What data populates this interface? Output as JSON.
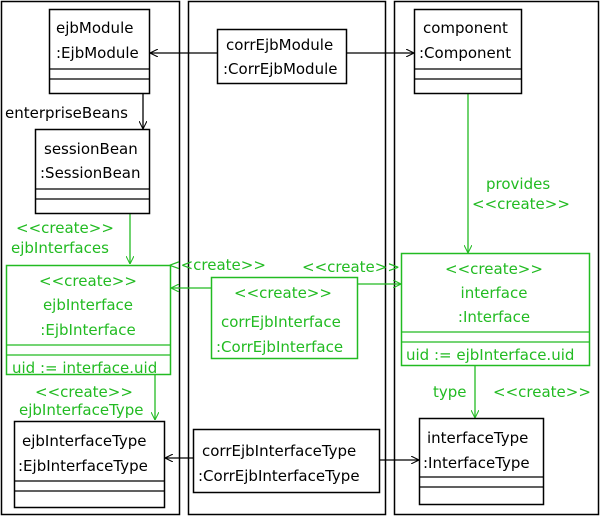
{
  "colors": {
    "black": "#000000",
    "green": "#22bb22",
    "white": "#ffffff"
  },
  "nodes": {
    "ejbModule": {
      "line1": "ejbModule",
      "line2": ":EjbModule"
    },
    "corrEjbModule": {
      "line1": "corrEjbModule",
      "line2": ":CorrEjbModule"
    },
    "component": {
      "line1": "component",
      "line2": ":Component"
    },
    "sessionBean": {
      "line1": "sessionBean",
      "line2": ":SessionBean"
    },
    "ejbInterface": {
      "stereotype": "<<create>>",
      "line1": "ejbInterface",
      "line2": ":EjbInterface",
      "attribute": "uid := interface.uid"
    },
    "corrEjbInterface": {
      "stereotype": "<<create>>",
      "line1": "corrEjbInterface",
      "line2": ":CorrEjbInterface"
    },
    "interface": {
      "stereotype": "<<create>>",
      "line1": "interface",
      "line2": ":Interface",
      "attribute": "uid := ejbInterface.uid"
    },
    "ejbInterfaceType": {
      "line1": "ejbInterfaceType",
      "line2": ":EjbInterfaceType"
    },
    "corrEjbInterfaceType": {
      "line1": "corrEjbInterfaceType",
      "line2": ":CorrEjbInterfaceType"
    },
    "interfaceType": {
      "line1": "interfaceType",
      "line2": ":InterfaceType"
    }
  },
  "edges": {
    "enterpriseBeans": {
      "role": "enterpriseBeans"
    },
    "ejbInterfaces": {
      "stereotype": "<<create>>",
      "role": "ejbInterfaces"
    },
    "provides": {
      "role": "provides",
      "stereotype": "<<create>>"
    },
    "corrToEjbInterface": {
      "stereotype": "<<create>>"
    },
    "corrToInterface": {
      "stereotype": "<<create>>"
    },
    "ejbInterfaceType": {
      "stereotype": "<<create>>",
      "role": "ejbInterfaceType"
    },
    "type": {
      "role": "type",
      "stereotype": "<<create>>"
    }
  }
}
